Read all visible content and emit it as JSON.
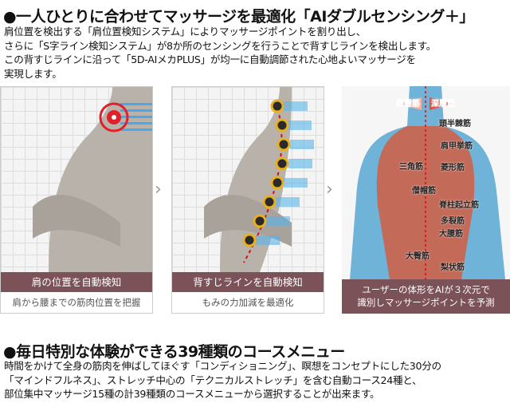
{
  "section1": {
    "heading": "●一人ひとりに合わせてマッサージを最適化「AIダブルセンシング＋」",
    "lines": [
      "肩位置を検出する「肩位置検知システム」によりマッサージポイントを割り出し、",
      "さらに「S字ライン検知システム」が8か所のセンシングを行うことで背すじラインを検出します。",
      "この背すじラインに沿って「5D-AIメカPLUS」が均一に自動調節された心地よいマッサージを",
      "実現します。"
    ]
  },
  "panels": [
    {
      "title": "肩の位置を自動検知",
      "subtitle": "肩から腰までの筋肉位置を把握"
    },
    {
      "title": "背すじラインを自動検知",
      "subtitle": "もみの力加減を最適化"
    },
    {
      "title_lines": [
        "ユーザーの体形をAIが３次元で",
        "識別しマッサージポイントを予測"
      ],
      "arrows": {
        "left": "表層筋",
        "right": "深層筋"
      },
      "muscles": [
        "頭半棘筋",
        "肩甲挙筋",
        "三角筋",
        "菱形筋",
        "僧帽筋",
        "脊柱起立筋",
        "多裂筋",
        "大腰筋",
        "大臀筋",
        "梨状筋"
      ]
    }
  ],
  "section2": {
    "heading": "●毎日特別な体験ができる39種類のコースメニュー",
    "lines": [
      "時間をかけて全身の筋肉を伸ばしてほぐす「コンディショニング」、瞑想をコンセプトにした30分の",
      "「マインドフルネス」、ストレッチ中心の「テクニカルストレッチ」を含む自動コース24種と、",
      "部位集中マッサージ15種の計39種類のコースメニューから選択することが出来ます。"
    ]
  },
  "colors": {
    "caption_bar": "#7a5258",
    "sensor_red": "#e0202a",
    "spine_line": "#d01010"
  }
}
